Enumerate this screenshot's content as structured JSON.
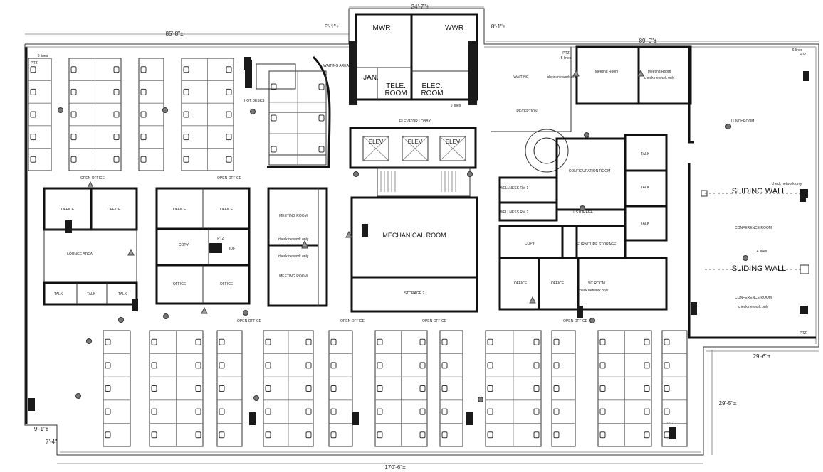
{
  "dimensions": {
    "core_width": "34'-7\"±",
    "core_left_offset": "8'-1\"±",
    "core_right_offset": "8'-1\"±",
    "left_top": "85'-8\"±",
    "right_top": "89'-0\"±",
    "right_step": "29'-6\"±",
    "right_lower": "29'-5\"±",
    "left_step": "9'-1\"±",
    "left_step_v": "7'-4\"",
    "bottom": "170'-6\"±"
  },
  "core": {
    "mwr": "MWR",
    "wwr": "WWR",
    "jan": "JAN.",
    "tele_1": "TELE.",
    "tele_2": "ROOM",
    "elec_1": "ELEC.",
    "elec_2": "ROOM",
    "elevator_lobby": "ELEVATOR LOBBY",
    "elev": "ELEV",
    "mechanical": "MECHANICAL ROOM",
    "storage2": "STORAGE 2"
  },
  "rooms": {
    "hot_desks": "HOT DESKS",
    "waiting_area": "WAITING AREA",
    "open_office": "OPEN OFFICE",
    "office": "OFFICE",
    "copy": "COPY",
    "lounge": "LOUNGE AREA",
    "talk": "TALK",
    "meeting_room": "MEETING ROOM",
    "check_network": "check network only",
    "idf": "IDF",
    "waiting": "WAITING",
    "meeting_room_r": "Meeting Room",
    "reception": "RECEPTION",
    "lunchroom": "LUNCHROOM",
    "configuration": "CONFIGURATION ROOM",
    "wellness1": "WELLNESS RM 1",
    "wellness2": "WELLNESS RM 2",
    "it_storage": "IT STORAGE",
    "furniture_storage": "FURNITURE STORAGE",
    "vc_room": "VC ROOM",
    "sliding_wall": "SLIDING WALL",
    "conference": "CONFERENCE ROOM",
    "ptz": "PTZ",
    "lines6": "6 lines",
    "lines5": "5 lines",
    "lines4": "4 lines"
  }
}
